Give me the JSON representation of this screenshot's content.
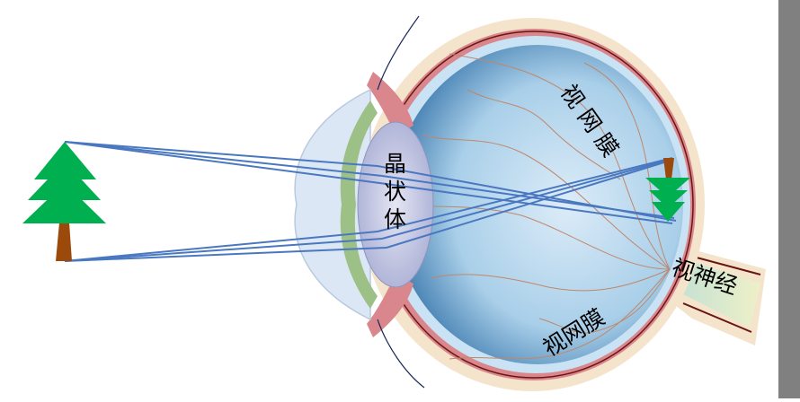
{
  "diagram": {
    "subject": "human eye image formation",
    "colors": {
      "background": "#ffffff",
      "side_bar": "#808080",
      "tree_green": "#00b050",
      "trunk_brown": "#9c4a0c",
      "ray_blue": "#4a78c0",
      "sclera": "#f4e4cc",
      "choroid": "#d9878c",
      "vitreous": "#a9cfe9",
      "lens": "#c9cde6",
      "iris": "#9cc086"
    },
    "object": {
      "name": "tree",
      "orientation": "upright"
    },
    "image": {
      "name": "tree-image",
      "orientation": "inverted"
    },
    "labels": {
      "lens": "晶状体",
      "lens_chars": [
        "晶",
        "状",
        "体"
      ],
      "retina_top": "视网膜",
      "retina_top_chars": [
        "视",
        "网",
        "膜"
      ],
      "retina_bottom": "视网膜",
      "optic_nerve": "视神经"
    }
  }
}
